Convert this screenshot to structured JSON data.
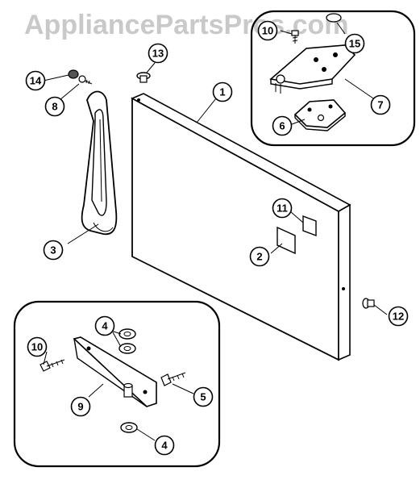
{
  "watermark": "AppliancePartsPros.com",
  "callouts": [
    "10",
    "15",
    "13",
    "14",
    "8",
    "1",
    "7",
    "6",
    "11",
    "3",
    "2",
    "12",
    "4",
    "10",
    "5",
    "9",
    "4"
  ]
}
